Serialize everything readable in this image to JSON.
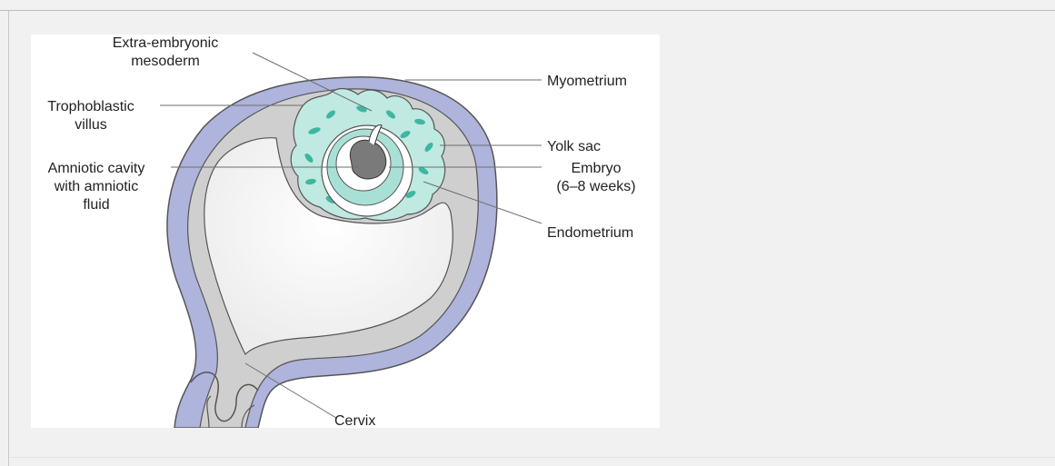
{
  "diagram": {
    "labels": {
      "extra_embryonic_1": "Extra-embryonic",
      "extra_embryonic_2": "mesoderm",
      "trophoblastic_1": "Trophoblastic",
      "trophoblastic_2": "villus",
      "amniotic_1": "Amniotic cavity",
      "amniotic_2": "with amniotic",
      "amniotic_3": "fluid",
      "myometrium": "Myometrium",
      "yolk_sac": "Yolk sac",
      "embryo_1": "Embryo",
      "embryo_2": "(6–8 weeks)",
      "endometrium": "Endometrium",
      "cervix": "Cervix"
    },
    "colors": {
      "myometrium": "#aeb4dc",
      "endometrium": "#cfcfcf",
      "uterine_cavity": "#ffffff",
      "chorion": "#bfe9e1",
      "villi": "#3fb6a2",
      "amnion": "#a8e0d6",
      "embryo": "#7a7a7a",
      "outline": "#555555",
      "leader": "#6e6e6e"
    }
  }
}
